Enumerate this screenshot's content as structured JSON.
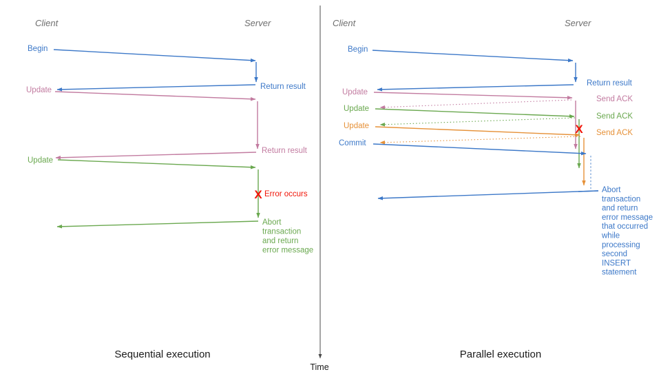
{
  "palette": {
    "blue": "#3c78c8",
    "pink": "#c27ba0",
    "green": "#6aa84f",
    "orange": "#e69138",
    "red": "#f01407",
    "gray": "#6e6e6e",
    "axis": "#4a4a4a",
    "text": "#1a1a1a"
  },
  "time_axis": {
    "label": "Time"
  },
  "sequential": {
    "caption": "Sequential execution",
    "client_header": "Client",
    "server_header": "Server",
    "begin_label": "Begin",
    "return_result_1": "Return result",
    "update_1": "Update",
    "return_result_2": "Return result",
    "update_2": "Update",
    "error_mark": "X",
    "error_label": "Error occurs",
    "abort_lines": [
      "Abort",
      "transaction",
      "and return",
      "error message"
    ]
  },
  "parallel": {
    "caption": "Parallel execution",
    "client_header": "Client",
    "server_header": "Server",
    "begin_label": "Begin",
    "return_result": "Return result",
    "update_1": "Update",
    "ack_1": "Send ACK",
    "update_2": "Update",
    "ack_2": "Send ACK",
    "update_3": "Update",
    "ack_3": "Send ACK",
    "commit_label": "Commit",
    "error_mark": "X",
    "abort_lines": [
      "Abort",
      "transaction",
      "and return",
      "error message",
      "that occurred",
      "while",
      "processing",
      "second",
      "INSERT",
      "statement"
    ]
  }
}
